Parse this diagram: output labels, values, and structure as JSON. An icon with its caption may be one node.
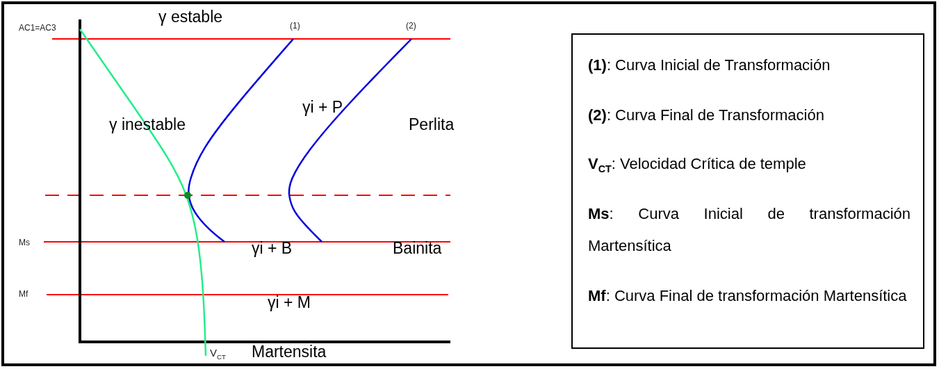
{
  "diagram": {
    "nodes": [
      {
        "text": [
          "**(1)**: Curva Inicial de Transformación",
          "**(2)**: Curva Final de Transformación",
          "**V$_{CT}$**: Velocidad Crítica de temple",
          "**Ms**: Curva Inicial de transformación Martensítica",
          "**Mf**: Curva Final de transformación Martensítica"
        ]
      }
    ],
    "edges": [],
    "labels": [
      "AC1=AC3",
      "γ estable",
      "(1)",
      "(2)",
      "γi + P",
      "γ inestable",
      "Perlita",
      "Ms",
      "γi + B",
      "Bainita",
      "Mf",
      "γi + M",
      "V$_{CT}$",
      "Martensita"
    ]
  }
}
